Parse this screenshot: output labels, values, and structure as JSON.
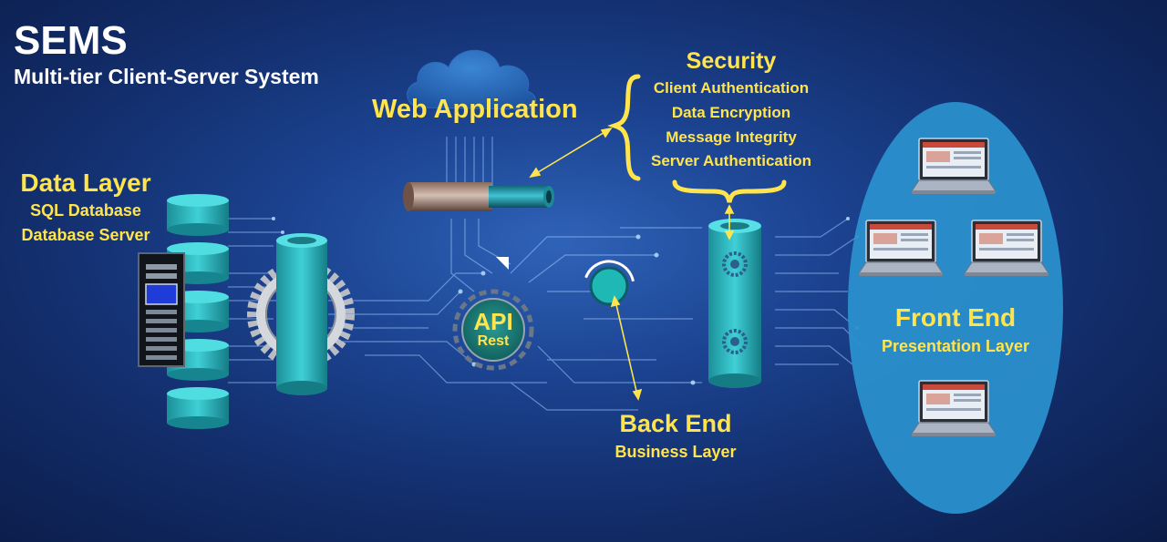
{
  "title": "SEMS",
  "subtitle": "Multi-tier Client-Server System",
  "web_application": {
    "label": "Web Application"
  },
  "security": {
    "title": "Security",
    "items": [
      "Client Authentication",
      "Data Encryption",
      "Message Integrity",
      "Server Authentication"
    ]
  },
  "data_layer": {
    "title": "Data Layer",
    "lines": [
      "SQL Database",
      "Database Server"
    ]
  },
  "api": {
    "title": "API",
    "subtitle": "Rest"
  },
  "back_end": {
    "title": "Back End",
    "subtitle": "Business Layer"
  },
  "front_end": {
    "title": "Front End",
    "subtitle": "Presentation Layer"
  },
  "icons": [
    "cloud-icon",
    "database-icon",
    "server-rack-icon",
    "gear-icon",
    "laptop-icon",
    "pipe-icon"
  ],
  "colors": {
    "accent_yellow": "#ffe44d",
    "teal": "#2bbfc6",
    "front_end_oval": "#2a8fcc"
  }
}
